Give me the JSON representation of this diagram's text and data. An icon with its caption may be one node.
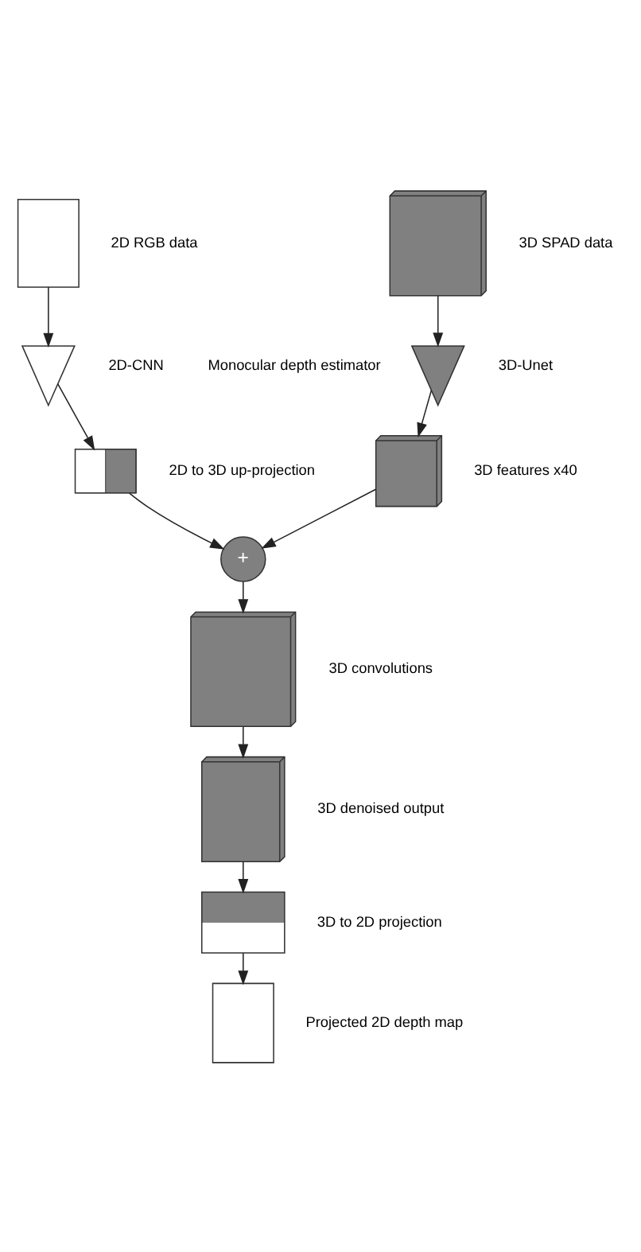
{
  "diagram": {
    "nodes": [
      {
        "text": [],
        "shape": "box",
        "beside": [
          "2D RGB data"
        ]
      },
      {
        "text": [],
        "shape": "hourglass",
        "beside": [
          "Monocular depth estimator",
          "2D-CNN"
        ]
      },
      {
        "text": [],
        "shape": "cube",
        "beside": [
          "3D SPAD data"
        ]
      },
      {
        "text": [],
        "shape": "hourglass",
        "beside": [
          "3D-Unet"
        ]
      },
      {
        "text": [],
        "shape": "cube",
        "beside": [
          "3D features x40"
        ]
      },
      {
        "text": [],
        "shape": "box",
        "beside": [
          "2D to 3D up-projection"
        ]
      },
      {
        "text": [
          "+"
        ]
      },
      {
        "text": [],
        "shape": "cube",
        "beside": [
          "3D convolutions"
        ]
      },
      {
        "text": [],
        "shape": "cube",
        "beside": [
          "3D denoised output"
        ]
      },
      {
        "text": [],
        "shape": "box",
        "beside": [
          "3D to 2D projection"
        ]
      },
      {
        "text": [],
        "shape": "box",
        "beside": [
          "Projected 2D depth map"
        ]
      }
    ],
    "edges": [
      {
        "from": 0,
        "to": 1,
        "arrow": "to"
      },
      {
        "from": 2,
        "to": 3,
        "arrow": "to"
      },
      {
        "from": 3,
        "to": 4,
        "arrow": "to"
      },
      {
        "from": 1,
        "to": 5,
        "arrow": "to"
      },
      {
        "from": 5,
        "to": 6,
        "arrow": "to"
      },
      {
        "from": 4,
        "to": 6,
        "arrow": "to"
      },
      {
        "from": 6,
        "to": 7,
        "arrow": "to"
      },
      {
        "from": 7,
        "to": 8,
        "arrow": "to"
      },
      {
        "from": 8,
        "to": 9,
        "arrow": "to"
      },
      {
        "from": 9,
        "to": 10,
        "arrow": "to"
      }
    ]
  }
}
